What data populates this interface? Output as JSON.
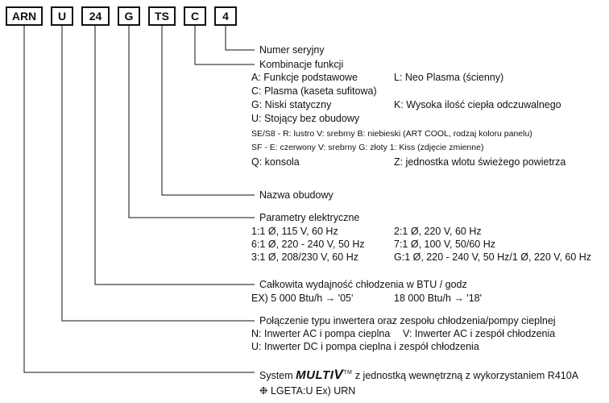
{
  "code_boxes": [
    "ARN",
    "U",
    "24",
    "G",
    "TS",
    "C",
    "4"
  ],
  "serial": {
    "title": "Numer seryjny"
  },
  "functions": {
    "title": "Kombinacje funkcji",
    "a_left": "A: Funkcje podstawowe",
    "a_right": "L: Neo Plasma (ścienny)",
    "c": "C: Plasma (kaseta sufitowa)",
    "g_left": "G: Niski statyczny",
    "g_right": "K: Wysoka ilość ciepła odczuwalnego",
    "u": "U: Stojący bez obudowy",
    "se": "SE/S8 - R: lustro     V: srebrny  B: niebieski (ART COOL, rodzaj koloru panelu)",
    "sf": "SF      - E: czerwony  V: srebrny  G: złoty 1: Kiss (zdjęcie zmienne)",
    "q_left": "Q: konsola",
    "q_right": "Z: jednostka wlotu świeżego powietrza"
  },
  "chassis": {
    "title": "Nazwa obudowy"
  },
  "electrical": {
    "title": "Parametry elektryczne",
    "r1_left": "1:1 Ø, 115 V, 60 Hz",
    "r1_right": "2:1 Ø, 220 V, 60 Hz",
    "r2_left": "6:1 Ø, 220 - 240 V, 50 Hz",
    "r2_right": "7:1 Ø, 100 V, 50/60 Hz",
    "r3_left": "3:1 Ø, 208/230 V, 60 Hz",
    "r3_right": "G:1 Ø, 220 - 240 V, 50 Hz/1 Ø, 220 V, 60 Hz"
  },
  "capacity": {
    "title": "Całkowita wydajność chłodzenia w BTU / godz",
    "example_left": "EX) 5 000 Btu/h → '05'",
    "example_right": "18 000 Btu/h → '18'"
  },
  "inverter": {
    "title": "Połączenie typu inwertera oraz zespołu chłodzenia/pompy cieplnej",
    "n": "N: Inwerter AC i pompa cieplna",
    "v": "V: Inwerter AC i zespół chłodzenia",
    "u": "U: Inwerter DC i pompa cieplna i zespół chłodzenia"
  },
  "system": {
    "prefix": "System",
    "logo_multi": "MULTI",
    "logo_v": "V",
    "logo_tm": "TM",
    "suffix": "z jednostką wewnętrzną z wykorzystaniem R410A",
    "note": "❉ LGETA:U  Ex) URN"
  },
  "colors": {
    "line": "#111111",
    "box_border": "#111111"
  }
}
